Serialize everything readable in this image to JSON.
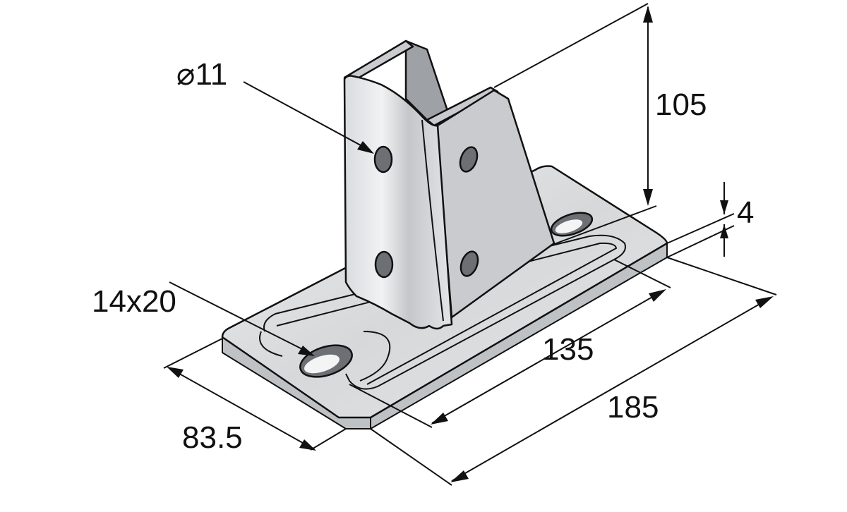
{
  "dimensions": {
    "hole_diameter": "⌀11",
    "height": "105",
    "plate_thickness": "4",
    "slot_size": "14x20",
    "slot_length": "135",
    "plate_length": "185",
    "plate_width": "83.5"
  }
}
